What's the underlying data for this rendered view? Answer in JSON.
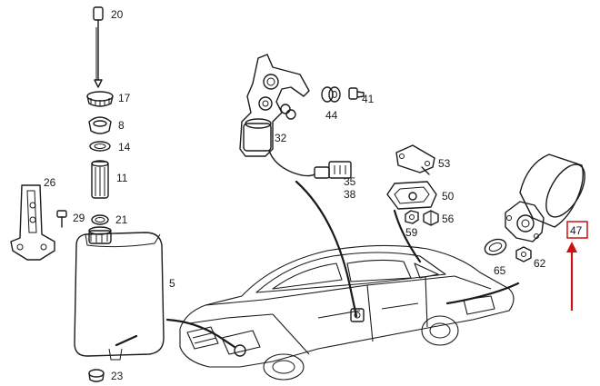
{
  "labels": {
    "l20": "20",
    "l17": "17",
    "l8": "8",
    "l14": "14",
    "l11": "11",
    "l21": "21",
    "l26": "26",
    "l29": "29",
    "l5": "5",
    "l23": "23",
    "l44": "44",
    "l41": "41",
    "l32": "32",
    "l35": "35",
    "l38": "38",
    "l53": "53",
    "l50": "50",
    "l59": "59",
    "l56": "56",
    "l65": "65",
    "l62": "62",
    "l47": "47"
  },
  "highlight": {
    "part": "47",
    "color": "#cc1111"
  }
}
